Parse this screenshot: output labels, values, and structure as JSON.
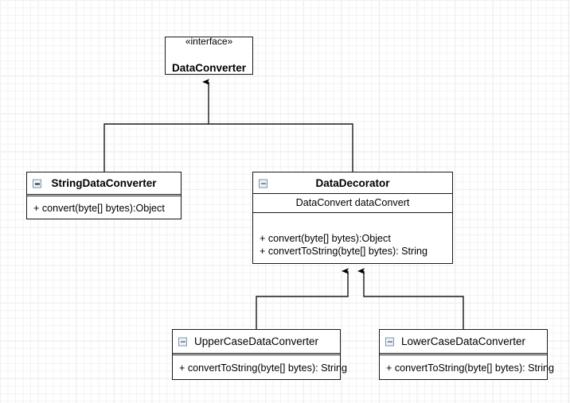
{
  "diagram": {
    "kind": "uml-class-diagram",
    "background": "#ffffff",
    "grid_minor_color": "#f2f2f2",
    "grid_major_color": "#d8d8d8",
    "line_color": "#1a1a1a",
    "icon_border_color": "#7a93ad",
    "icon_fill_color": "#eef1f5"
  },
  "classes": {
    "data_converter": {
      "stereotype": "«interface»",
      "name": "DataConverter",
      "attributes": [],
      "methods": []
    },
    "string_data_converter": {
      "icon": "collapse-minus-icon",
      "name": "StringDataConverter",
      "attributes": [],
      "methods": [
        "+ convert(byte[] bytes):Object"
      ]
    },
    "data_decorator": {
      "icon": "collapse-minus-icon",
      "name": "DataDecorator",
      "attributes": [
        "DataConvert dataConvert"
      ],
      "methods": [
        "+ convert(byte[] bytes):Object",
        "+ convertToString(byte[] bytes): String"
      ]
    },
    "upper_case_data_converter": {
      "icon": "collapse-minus-icon",
      "name": "UpperCaseDataConverter",
      "attributes": [],
      "methods": [
        "+ convertToString(byte[] bytes): String"
      ]
    },
    "lower_case_data_converter": {
      "icon": "collapse-minus-icon",
      "name": "LowerCaseDataConverter",
      "attributes": [],
      "methods": [
        "+ convertToString(byte[] bytes): String"
      ]
    }
  },
  "relationships": [
    {
      "name": "string-data-converter-implements-data-converter",
      "type": "generalization",
      "from": "StringDataConverter",
      "to": "DataConverter"
    },
    {
      "name": "data-decorator-implements-data-converter",
      "type": "generalization",
      "from": "DataDecorator",
      "to": "DataConverter"
    },
    {
      "name": "upper-case-extends-data-decorator",
      "type": "generalization",
      "from": "UpperCaseDataConverter",
      "to": "DataDecorator"
    },
    {
      "name": "lower-case-extends-data-decorator",
      "type": "generalization",
      "from": "LowerCaseDataConverter",
      "to": "DataDecorator"
    }
  ]
}
